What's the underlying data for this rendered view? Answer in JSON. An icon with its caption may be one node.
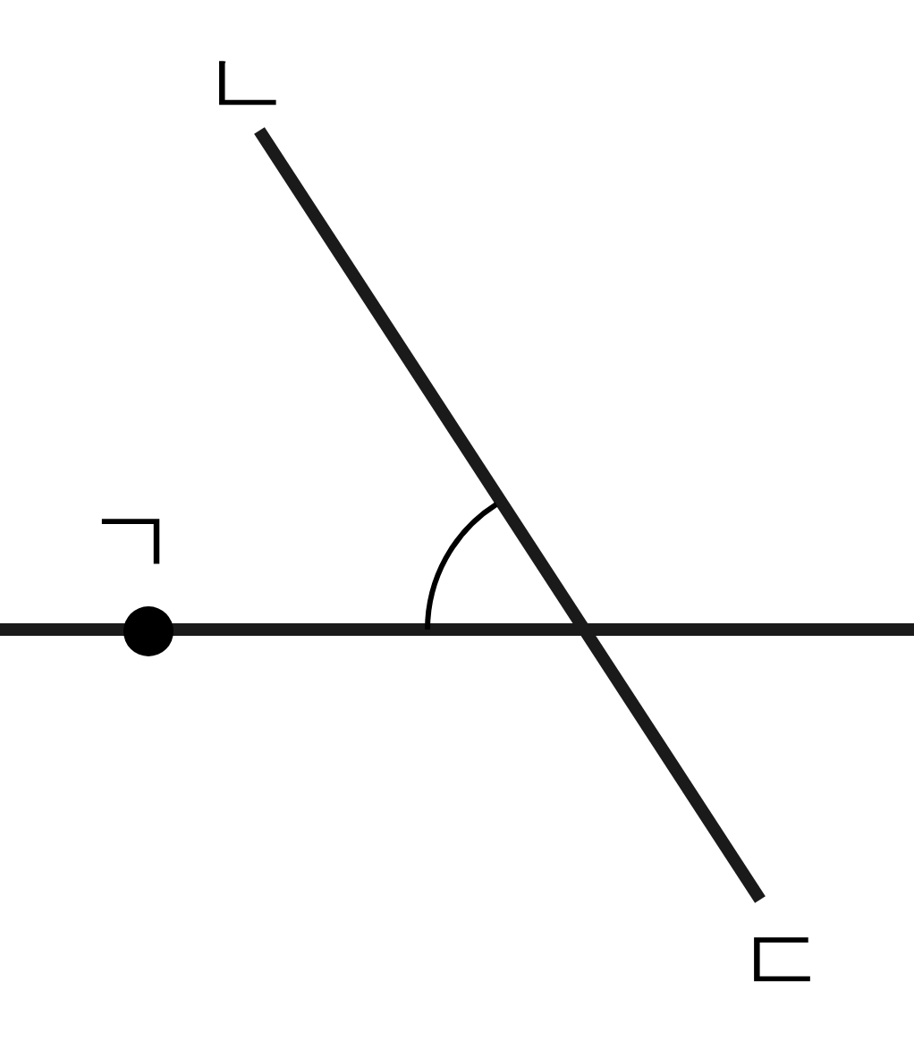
{
  "diagram": {
    "labels": [
      "ㄴ",
      "ㄱ",
      "ㄷ"
    ]
  }
}
